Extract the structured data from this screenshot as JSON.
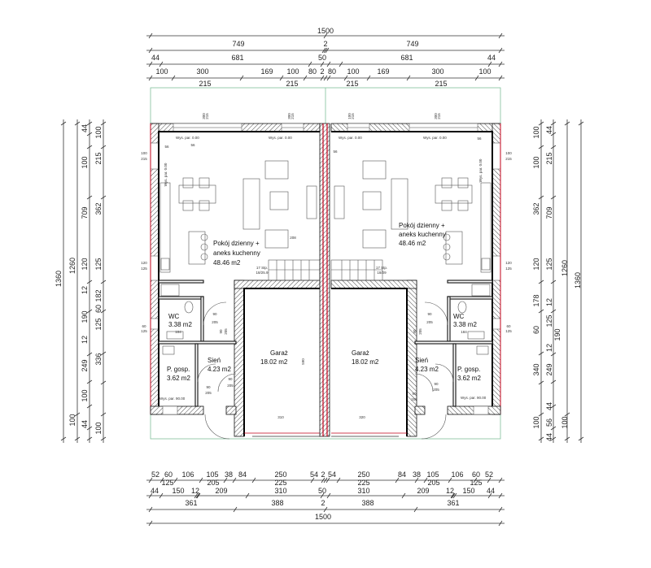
{
  "dims": {
    "top": {
      "r1": [
        "1500"
      ],
      "r2": [
        "749",
        "2",
        "749"
      ],
      "r3": [
        "44",
        "681",
        "50",
        "681",
        "44"
      ],
      "r4": [
        "100",
        "300",
        "169",
        "100",
        "80",
        "2",
        "80",
        "100",
        "169",
        "300",
        "100"
      ],
      "r5": [
        "215",
        "215",
        "215",
        "215"
      ]
    },
    "bottom": {
      "r1": [
        "52",
        "60",
        "106",
        "105",
        "38",
        "84",
        "250",
        "54",
        "2",
        "54",
        "250",
        "84",
        "38",
        "105",
        "106",
        "60",
        "52"
      ],
      "r2b": [
        "125",
        "205",
        "225",
        "225",
        "205",
        "125"
      ],
      "r2": [
        "44",
        "150",
        "12",
        "209",
        "310",
        "50",
        "310",
        "209",
        "12",
        "150",
        "44"
      ],
      "r3": [
        "361",
        "388",
        "2",
        "388",
        "361"
      ],
      "r4": [
        "1500"
      ]
    },
    "left": {
      "c1": [
        "1360"
      ],
      "c2": [
        "1260",
        "100"
      ],
      "c3": [
        "44",
        "100",
        "709",
        "120",
        "12",
        "190",
        "12",
        "249",
        "100",
        "44"
      ],
      "c4": [
        "100",
        "215",
        "362",
        "125",
        "182",
        "60",
        "125",
        "336",
        "100"
      ]
    },
    "right": {
      "c1": [
        "100",
        "100",
        "362",
        "120",
        "178",
        "60",
        "340",
        "100"
      ],
      "c2": [
        "44",
        "215",
        "709",
        "125",
        "12",
        "125",
        "190",
        "12",
        "249",
        "44",
        "56",
        "44"
      ],
      "c3": [
        "1260",
        "100"
      ],
      "c4": [
        "1360"
      ]
    }
  },
  "left_unit": {
    "living": {
      "name1": "Pokój dzienny +",
      "name2": "aneks kuchenny",
      "area": "48.46 m2"
    },
    "wc": {
      "name": "WC",
      "area": "3.38 m2",
      "dim": "104"
    },
    "utility": {
      "name": "P. gosp.",
      "area": "3.62 m2"
    },
    "hall": {
      "name": "Sień",
      "area": "4.23 m2"
    },
    "garage": {
      "name": "Garaż",
      "area": "18.02 m2",
      "depth": "590",
      "width": "310"
    },
    "stairs": {
      "steps": "17 Stp.",
      "ratio": "18/25.9"
    },
    "sill_labels": [
      "Wys. par. 0.00",
      "Wys. par. 0.00",
      "Wys. par. 0.00",
      "Wys. par. 90.00"
    ],
    "notes": [
      "56",
      "56",
      "208"
    ],
    "window_labels": [
      "300",
      "215",
      "300",
      "215",
      "100",
      "215",
      "120",
      "125",
      "60",
      "125"
    ],
    "door_labels": [
      "90",
      "205",
      "90",
      "205",
      "90",
      "205",
      "90",
      "205"
    ]
  },
  "right_unit": {
    "living": {
      "name1": "Pokój dzienny +",
      "name2": "aneks kuchenny",
      "area": "48.46 m2"
    },
    "wc": {
      "name": "WC",
      "area": "3.38 m2",
      "dim": "184"
    },
    "utility": {
      "name": "P. gosp.",
      "area": "3.62 m2"
    },
    "hall": {
      "name": "Sień",
      "area": "4.23 m2"
    },
    "garage": {
      "name": "Garaż",
      "area": "18.02 m2",
      "width": "320"
    },
    "stairs": {
      "steps": "17 Stp.",
      "ratio": "18/29"
    },
    "sill_labels": [
      "Wys. par. 0.00",
      "Wys. par. 0.00",
      "Wys. par. 0.00",
      "Wys. par. 90.00"
    ],
    "notes": [
      "56",
      "56"
    ],
    "window_labels": [
      "100",
      "215",
      "300",
      "215",
      "100",
      "215",
      "120",
      "125",
      "60",
      "125"
    ],
    "door_labels": [
      "90",
      "205",
      "90",
      "205",
      "90",
      "205",
      "90",
      "205"
    ]
  },
  "colors": {
    "wall_outline": "#000000",
    "party_wall": "#c0001a",
    "site_line": "#7fbf9a"
  }
}
